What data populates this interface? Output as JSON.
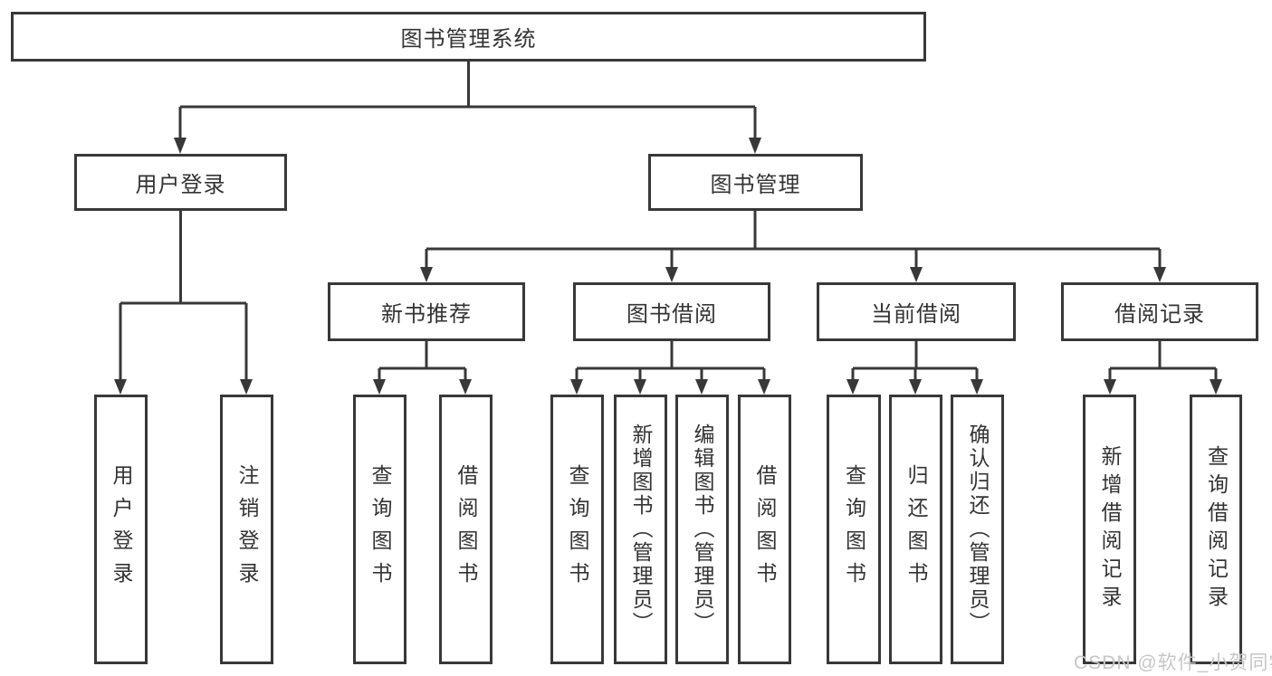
{
  "diagram": {
    "root": "图书管理系统",
    "branches": [
      "用户登录",
      "图书管理"
    ],
    "modules": [
      "新书推荐",
      "图书借阅",
      "当前借阅",
      "借阅记录"
    ],
    "leaves": [
      "用户登录",
      "注销登录",
      "查询图书",
      "借阅图书",
      "查询图书",
      "新增图书（管理员）",
      "编辑图书（管理员）",
      "借阅图书",
      "查询图书",
      "归还图书",
      "确认归还（管理员）",
      "新增借阅记录",
      "查询借阅记录"
    ],
    "structure": {
      "图书管理系统": [
        "用户登录",
        "图书管理"
      ],
      "用户登录": [
        "用户登录",
        "注销登录"
      ],
      "图书管理": [
        "新书推荐",
        "图书借阅",
        "当前借阅",
        "借阅记录"
      ],
      "新书推荐": [
        "查询图书",
        "借阅图书"
      ],
      "图书借阅": [
        "查询图书",
        "新增图书（管理员）",
        "编辑图书（管理员）",
        "借阅图书"
      ],
      "当前借阅": [
        "查询图书",
        "归还图书",
        "确认归还（管理员）"
      ],
      "借阅记录": [
        "新增借阅记录",
        "查询借阅记录"
      ]
    }
  },
  "watermark": "CSDN @软件_小贺同学",
  "colors": {
    "line": "#383838",
    "box_border": "#383838",
    "text": "#333333",
    "watermark": "#c6c6c6",
    "background": "#ffffff"
  }
}
